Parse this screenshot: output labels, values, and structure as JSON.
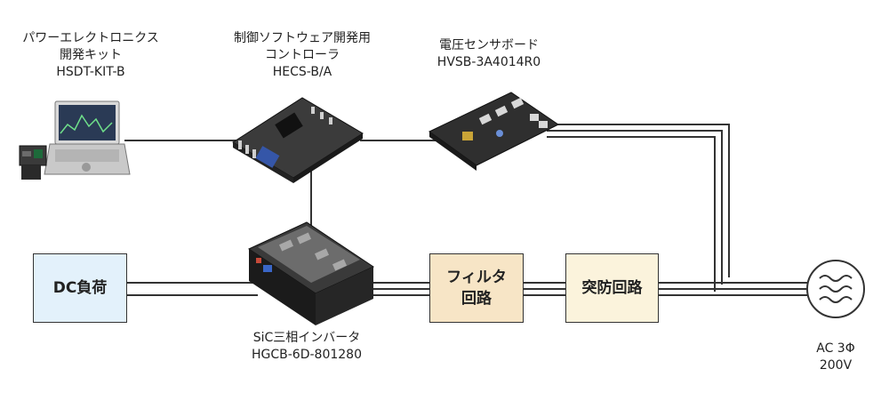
{
  "devices": {
    "power_kit": {
      "lines": [
        "パワーエレクトロニクス",
        "開発キット",
        "HSDT-KIT-B"
      ]
    },
    "controller": {
      "lines": [
        "制御ソフトウェア開発用",
        "コントローラ",
        "HECS-B/A"
      ]
    },
    "sensor": {
      "lines": [
        "電圧センサボード",
        "HVSB-3A4014R0"
      ]
    },
    "inverter": {
      "lines": [
        "SiC三相インバータ",
        "HGCB-6D-801280"
      ]
    },
    "ac_source": {
      "lines": [
        "AC 3Φ",
        "200V"
      ]
    }
  },
  "boxes": {
    "dc_load": {
      "text": "DC負荷",
      "color": "#e3f1fb"
    },
    "filter": {
      "lines": [
        "フィルタ",
        "回路"
      ],
      "color": "#f7e5c6"
    },
    "inrush": {
      "text": "突防回路",
      "color": "#fbf3dc"
    }
  }
}
